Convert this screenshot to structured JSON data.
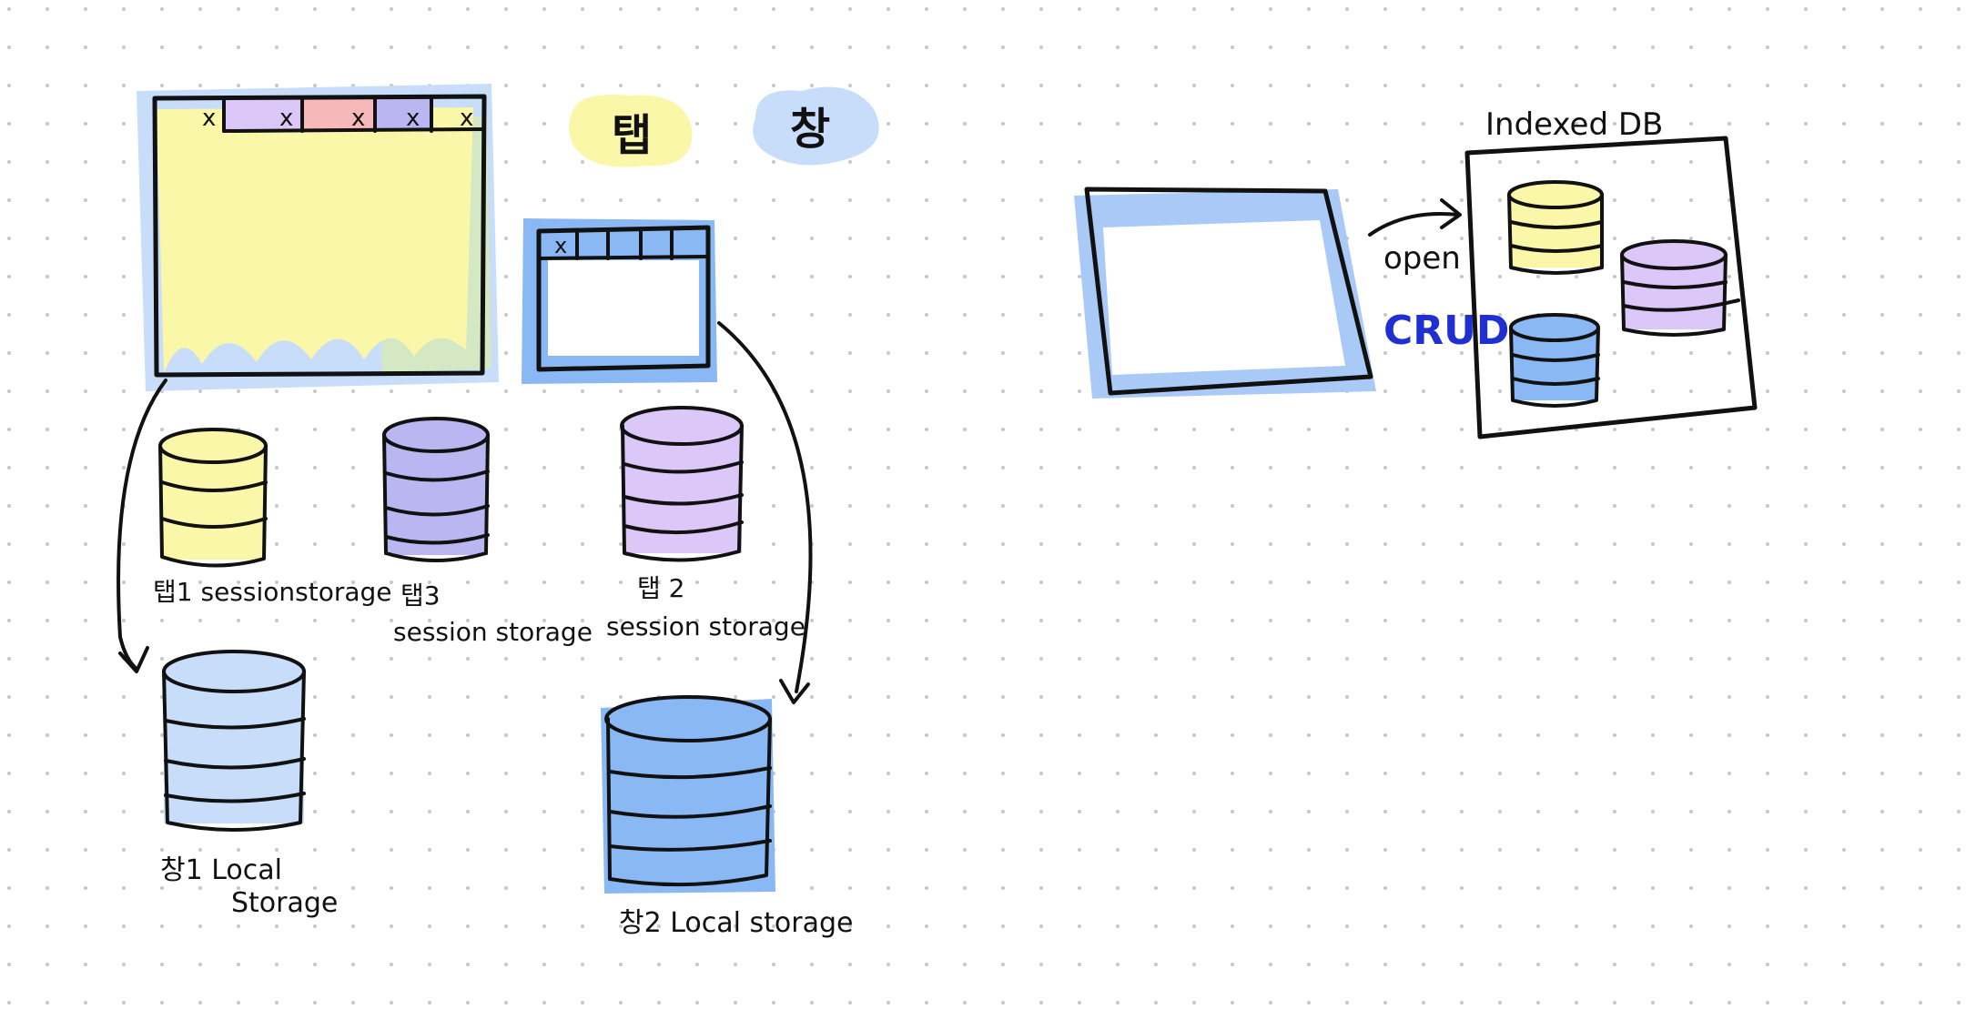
{
  "labels": {
    "tab_legend": "탭",
    "window_legend": "창",
    "tab1_session": "탭1 sessionstorage",
    "tab3_session_line1": "탭3",
    "tab3_session_line2": "session storage",
    "tab2_session_line1": "탭 2",
    "tab2_session_line2": "session storage",
    "window1_local_line1": "창1 Local",
    "window1_local_line2": "Storage",
    "window2_local": "창2 Local storage",
    "indexeddb_title": "Indexed DB",
    "open_label": "open",
    "crud_label": "CRUD"
  },
  "tab_close_glyph": "x",
  "colors": {
    "yellow": "#fbf7a9",
    "purple": "#dcc8f8",
    "pink": "#f6b8b8",
    "lavender": "#b9b6f2",
    "blue_light": "#c7ddf9",
    "blue_mid": "#a9c9f6",
    "blue_strong": "#8ab8f4",
    "green_tint": "#d5e8c4",
    "crud_blue": "#1f2fd0",
    "ink": "#111111",
    "grid_dot": "#c8c8c8"
  }
}
